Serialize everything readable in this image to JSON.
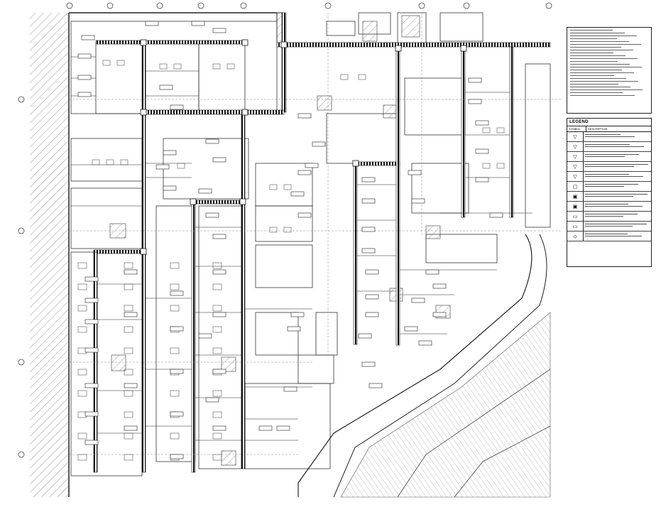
{
  "legend": {
    "title": "LEGEND",
    "symbol_header": "SYMBOL",
    "description_header": "DESCRIPTION"
  },
  "colors": {
    "ink": "#1a1a1a",
    "hatch": "#888888",
    "tray": "#111111",
    "background": "#ffffff"
  }
}
